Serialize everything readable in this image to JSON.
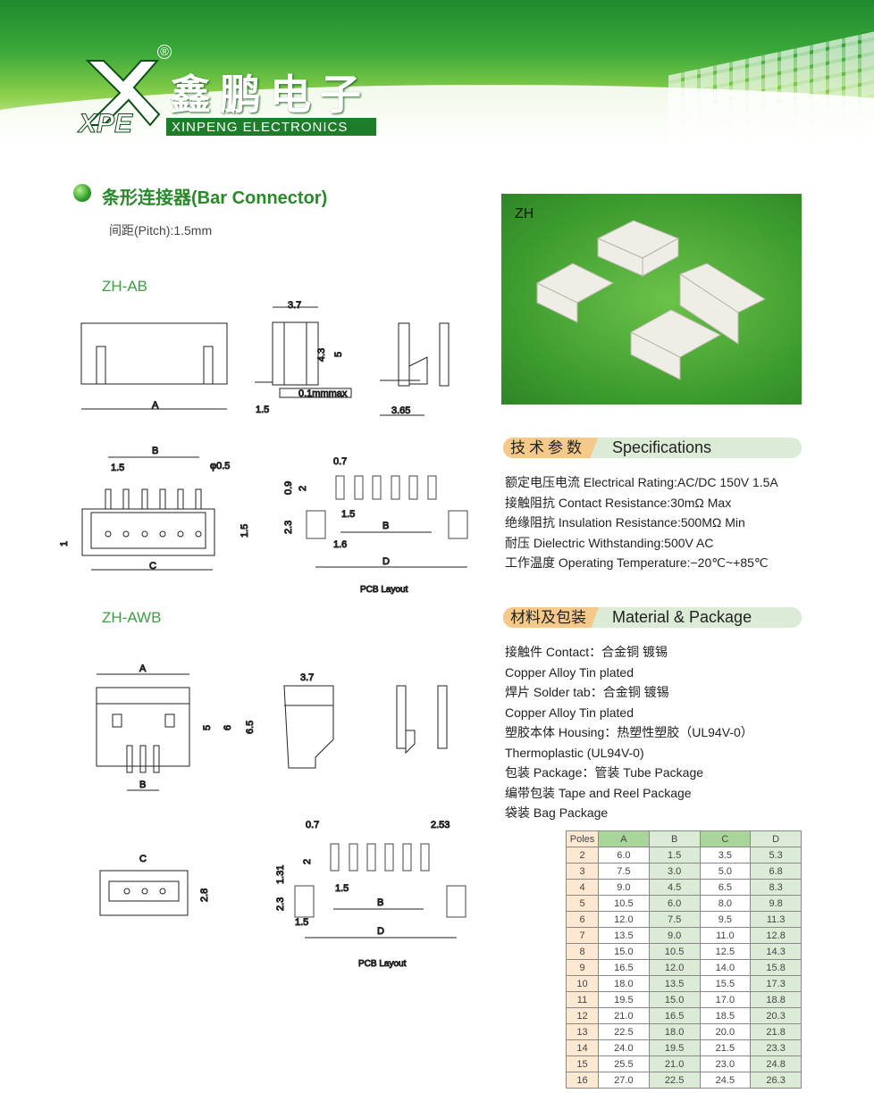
{
  "brand": {
    "logo_letters": "XPE",
    "name_cn": "鑫鹏电子",
    "name_en": "XINPENG ELECTRONICS",
    "registered": "®"
  },
  "title": "条形连接器(Bar Connector)",
  "pitch": "间距(Pitch):1.5mm",
  "models": {
    "ab": "ZH-AB",
    "awb": "ZH-AWB"
  },
  "photo_label": "ZH",
  "drawings": {
    "ab": {
      "A": "A",
      "w37": "3.7",
      "h43": "4.3",
      "h5": "5",
      "tol": "0.1mmmax",
      "d15": "1.5",
      "d365": "3.65",
      "B": "B",
      "p15": "1.5",
      "phi": "φ0.5",
      "C": "C",
      "one": "1",
      "h15": "1.5",
      "pcb": {
        "w07": "0.7",
        "h09": "0.9",
        "h2": "2",
        "h23": "2.3",
        "p15": "1.5",
        "B": "B",
        "d16": "1.6",
        "D": "D",
        "label": "PCB Layout"
      }
    },
    "awb": {
      "A": "A",
      "h5": "5",
      "h6": "6",
      "h65": "6.5",
      "B": "B",
      "w37": "3.7",
      "C": "C",
      "h28": "2.8",
      "pcb": {
        "w07": "0.7",
        "w253": "2.53",
        "h2": "2",
        "h131": "1.31",
        "h23": "2.3",
        "p15": "1.5",
        "B": "B",
        "d15": "1.5",
        "D": "D",
        "label": "PCB Layout"
      }
    }
  },
  "specs": {
    "title_cn": "技术参数",
    "title_en": "Specifications",
    "lines": [
      "额定电压电流 Electrical Rating:AC/DC 150V 1.5A",
      "接触阻抗 Contact Resistance:30mΩ Max",
      "绝缘阻抗 Insulation Resistance:500MΩ Min",
      "耐压 Dielectric Withstanding:500V AC",
      "工作温度 Operating Temperature:−20℃~+85℃"
    ]
  },
  "material": {
    "title_cn": "材料及包装",
    "title_en": "Material & Package",
    "lines": [
      "接触件 Contact：合金铜 镀锡",
      "Copper Alloy Tin plated",
      "焊片 Solder tab：合金铜 镀锡",
      "Copper Alloy Tin plated",
      "塑胶本体 Housing：热塑性塑胶（UL94V-0）",
      "Thermoplastic (UL94V-0)",
      "包装 Package：管装 Tube Package",
      "编带包装 Tape and Reel Package",
      "袋装 Bag Package"
    ]
  },
  "table": {
    "headers": [
      "Poles",
      "A",
      "B",
      "C",
      "D"
    ],
    "rows": [
      [
        "2",
        "6.0",
        "1.5",
        "3.5",
        "5.3"
      ],
      [
        "3",
        "7.5",
        "3.0",
        "5.0",
        "6.8"
      ],
      [
        "4",
        "9.0",
        "4.5",
        "6.5",
        "8.3"
      ],
      [
        "5",
        "10.5",
        "6.0",
        "8.0",
        "9.8"
      ],
      [
        "6",
        "12.0",
        "7.5",
        "9.5",
        "11.3"
      ],
      [
        "7",
        "13.5",
        "9.0",
        "11.0",
        "12.8"
      ],
      [
        "8",
        "15.0",
        "10.5",
        "12.5",
        "14.3"
      ],
      [
        "9",
        "16.5",
        "12.0",
        "14.0",
        "15.8"
      ],
      [
        "10",
        "18.0",
        "13.5",
        "15.5",
        "17.3"
      ],
      [
        "11",
        "19.5",
        "15.0",
        "17.0",
        "18.8"
      ],
      [
        "12",
        "21.0",
        "16.5",
        "18.5",
        "20.3"
      ],
      [
        "13",
        "22.5",
        "18.0",
        "20.0",
        "21.8"
      ],
      [
        "14",
        "24.0",
        "19.5",
        "21.5",
        "23.3"
      ],
      [
        "15",
        "25.5",
        "21.0",
        "23.0",
        "24.8"
      ],
      [
        "16",
        "27.0",
        "22.5",
        "24.5",
        "26.3"
      ]
    ]
  }
}
